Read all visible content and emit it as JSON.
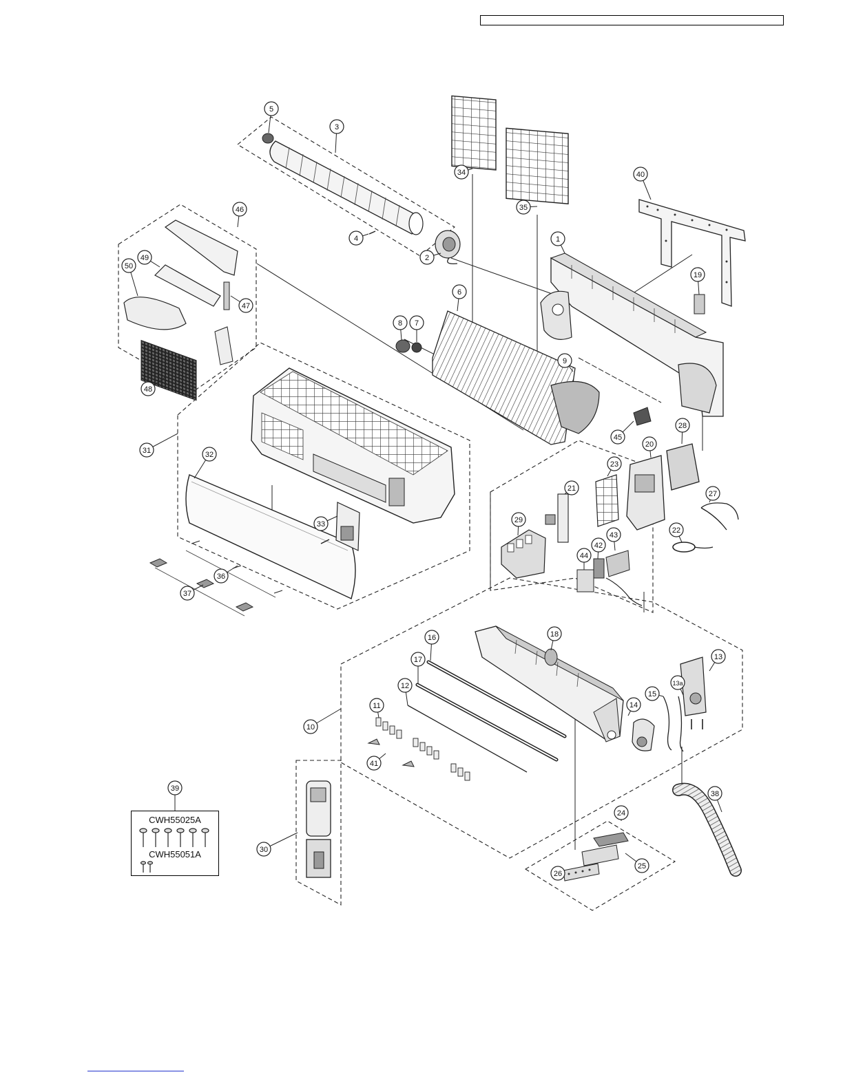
{
  "callouts": [
    {
      "id": "c1",
      "label": "1"
    },
    {
      "id": "c2",
      "label": "2"
    },
    {
      "id": "c3",
      "label": "3"
    },
    {
      "id": "c4",
      "label": "4"
    },
    {
      "id": "c5",
      "label": "5"
    },
    {
      "id": "c6",
      "label": "6"
    },
    {
      "id": "c7",
      "label": "7"
    },
    {
      "id": "c8",
      "label": "8"
    },
    {
      "id": "c9",
      "label": "9"
    },
    {
      "id": "c10",
      "label": "10"
    },
    {
      "id": "c11",
      "label": "11"
    },
    {
      "id": "c12",
      "label": "12"
    },
    {
      "id": "c13",
      "label": "13"
    },
    {
      "id": "c13a",
      "label": "13a"
    },
    {
      "id": "c14",
      "label": "14"
    },
    {
      "id": "c15",
      "label": "15"
    },
    {
      "id": "c16",
      "label": "16"
    },
    {
      "id": "c17",
      "label": "17"
    },
    {
      "id": "c18",
      "label": "18"
    },
    {
      "id": "c19",
      "label": "19"
    },
    {
      "id": "c20",
      "label": "20"
    },
    {
      "id": "c21",
      "label": "21"
    },
    {
      "id": "c22",
      "label": "22"
    },
    {
      "id": "c23",
      "label": "23"
    },
    {
      "id": "c24",
      "label": "24"
    },
    {
      "id": "c25",
      "label": "25"
    },
    {
      "id": "c26",
      "label": "26"
    },
    {
      "id": "c27",
      "label": "27"
    },
    {
      "id": "c28",
      "label": "28"
    },
    {
      "id": "c29",
      "label": "29"
    },
    {
      "id": "c30",
      "label": "30"
    },
    {
      "id": "c31",
      "label": "31"
    },
    {
      "id": "c32",
      "label": "32"
    },
    {
      "id": "c33",
      "label": "33"
    },
    {
      "id": "c34",
      "label": "34"
    },
    {
      "id": "c35",
      "label": "35"
    },
    {
      "id": "c36",
      "label": "36"
    },
    {
      "id": "c37",
      "label": "37"
    },
    {
      "id": "c38",
      "label": "38"
    },
    {
      "id": "c39",
      "label": "39"
    },
    {
      "id": "c40",
      "label": "40"
    },
    {
      "id": "c41",
      "label": "41"
    },
    {
      "id": "c42",
      "label": "42"
    },
    {
      "id": "c43",
      "label": "43"
    },
    {
      "id": "c44",
      "label": "44"
    },
    {
      "id": "c45",
      "label": "45"
    },
    {
      "id": "c46",
      "label": "46"
    },
    {
      "id": "c47",
      "label": "47"
    },
    {
      "id": "c48",
      "label": "48"
    },
    {
      "id": "c49",
      "label": "49"
    },
    {
      "id": "c50",
      "label": "50"
    }
  ],
  "screw_set": {
    "code_a": "CWH55025A",
    "code_b": "CWH55051A"
  },
  "colors": {
    "line": "#1a1a1a",
    "part_fill": "#f2f2f2",
    "part_shade": "#c8c8c8",
    "link": "#2233cc"
  }
}
